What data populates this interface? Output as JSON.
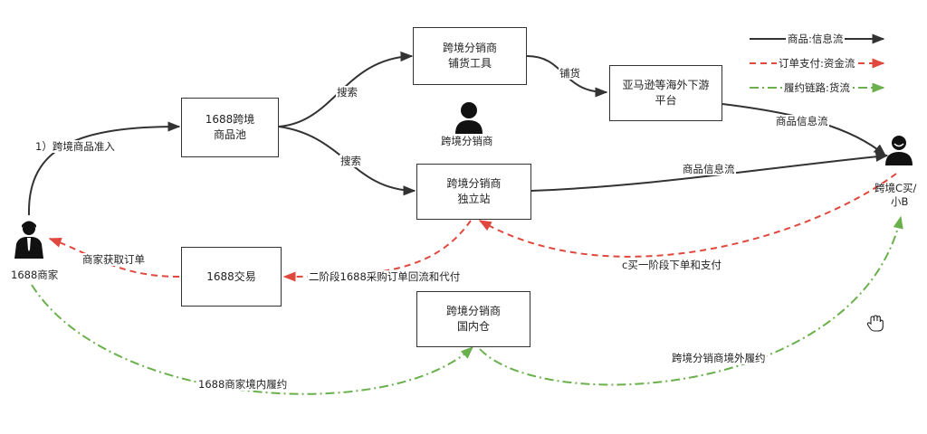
{
  "legend": {
    "info_flow": "商品:信息流",
    "money_flow": "订单支付:资金流",
    "goods_flow": "履约链路:货流"
  },
  "nodes": {
    "product_pool": [
      "1688跨境",
      "商品池"
    ],
    "listing_tool": [
      "跨境分销商",
      "铺货工具"
    ],
    "overseas_platform": [
      "亚马逊等海外下游",
      "平台"
    ],
    "independent_site": [
      "跨境分销商",
      "独立站"
    ],
    "trade_1688": [
      "1688交易"
    ],
    "domestic_warehouse": [
      "跨境分销商",
      "国内仓"
    ]
  },
  "actors": {
    "merchant": "1688商家",
    "distributor": "跨境分销商",
    "consumer_line1": "跨境C买/",
    "consumer_line2": "小B"
  },
  "edge_labels": {
    "admission": "1）跨境商品准入",
    "search_top": "搜索",
    "search_bottom": "搜索",
    "listing": "铺货",
    "info_platform": "商品信息流",
    "info_site": "商品信息流",
    "c_buyer_payment": "c买一阶段下单和支付",
    "stage_two_purchase": "二阶段1688采购订单回流和代付",
    "merchant_order": "商家获取订单",
    "domestic_fulfillment": "1688商家境内履约",
    "overseas_fulfillment": "跨境分销商境外履约"
  },
  "colors": {
    "info": "#333333",
    "money": "#e0483e",
    "goods": "#6ab04c"
  }
}
